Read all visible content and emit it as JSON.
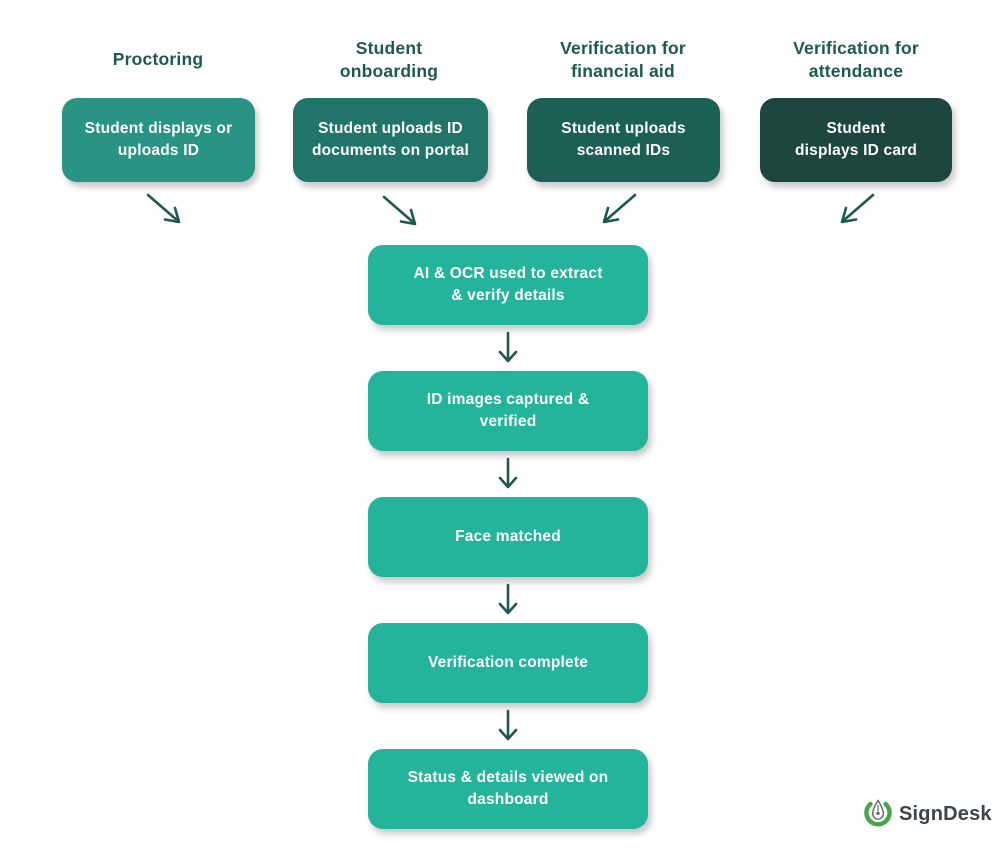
{
  "page": {
    "background_color": "#ffffff",
    "type": "flowchart"
  },
  "colors": {
    "heading_text": "#1d5a4e",
    "arrow": "#1d5a4e",
    "node_text": "#ffffff",
    "flow_node_fill": "#24b39b",
    "logo_green": "#47a64b",
    "logo_text": "#3f4449"
  },
  "columns": [
    {
      "heading": "Proctoring",
      "box": "Student displays or\nuploads ID",
      "color": "#2a9484",
      "arrow_direction": "down-right"
    },
    {
      "heading": "Student\nonboarding",
      "box": "Student uploads ID\ndocuments on portal",
      "color": "#217568",
      "arrow_direction": "down-right"
    },
    {
      "heading": "Verification for\nfinancial aid",
      "box": "Student uploads\nscanned IDs",
      "color": "#1b5f55",
      "arrow_direction": "down-left"
    },
    {
      "heading": "Verification for\nattendance",
      "box": "Student\ndisplays ID card",
      "color": "#1c463e",
      "arrow_direction": "down-left"
    }
  ],
  "flow_steps": [
    {
      "label": "AI & OCR used to extract\n& verify details"
    },
    {
      "label": "ID images captured &\nverified"
    },
    {
      "label": "Face matched"
    },
    {
      "label": "Verification complete"
    },
    {
      "label": "Status & details viewed on\ndashboard"
    }
  ],
  "logo": {
    "text": "SignDesk",
    "icon": "signdesk-pen-nib-icon"
  }
}
